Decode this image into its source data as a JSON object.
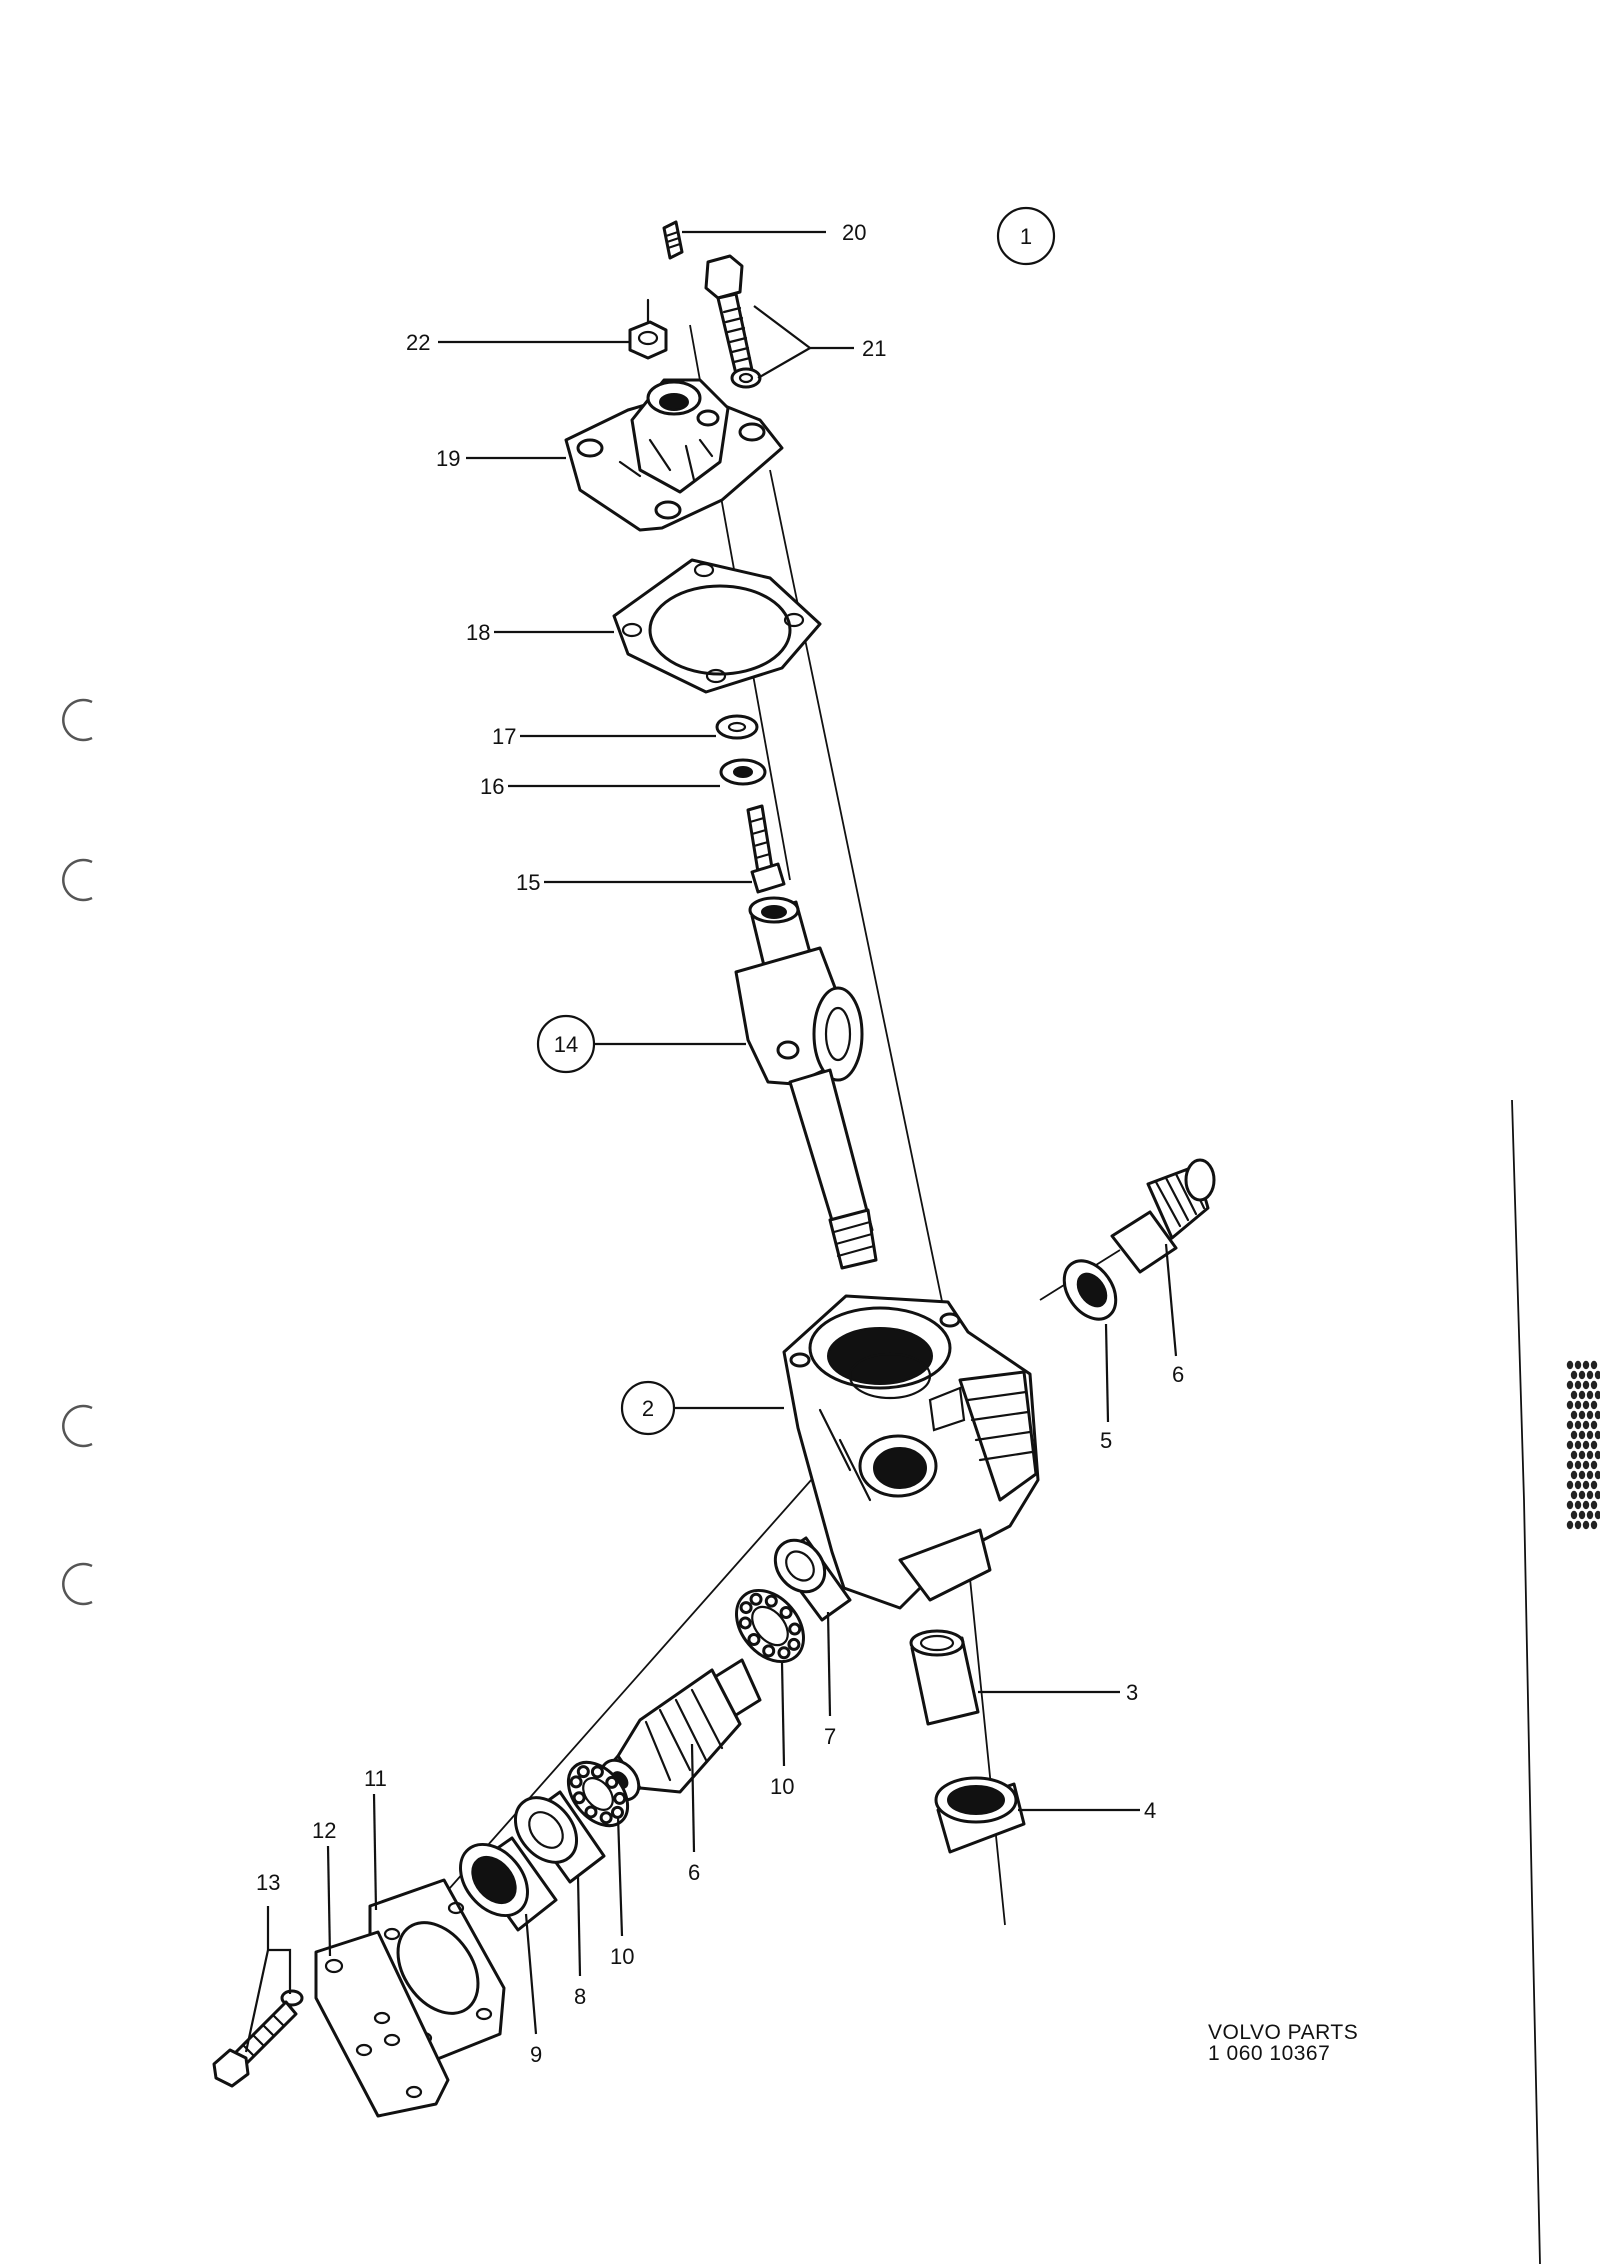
{
  "diagram": {
    "figure_ref": "1",
    "callouts": {
      "c20": "20",
      "c21": "21",
      "c22": "22",
      "c19": "19",
      "c18": "18",
      "c17": "17",
      "c16": "16",
      "c15": "15",
      "c14": "14",
      "c2": "2",
      "c3": "3",
      "c4": "4",
      "c5": "5",
      "c6a": "6",
      "c6b": "6",
      "c7": "7",
      "c8": "8",
      "c9": "9",
      "c10a": "10",
      "c10b": "10",
      "c11": "11",
      "c12": "12",
      "c13": "13"
    }
  },
  "footer": {
    "brand": "VOLVO PARTS",
    "part_number": "1 060 10367"
  }
}
